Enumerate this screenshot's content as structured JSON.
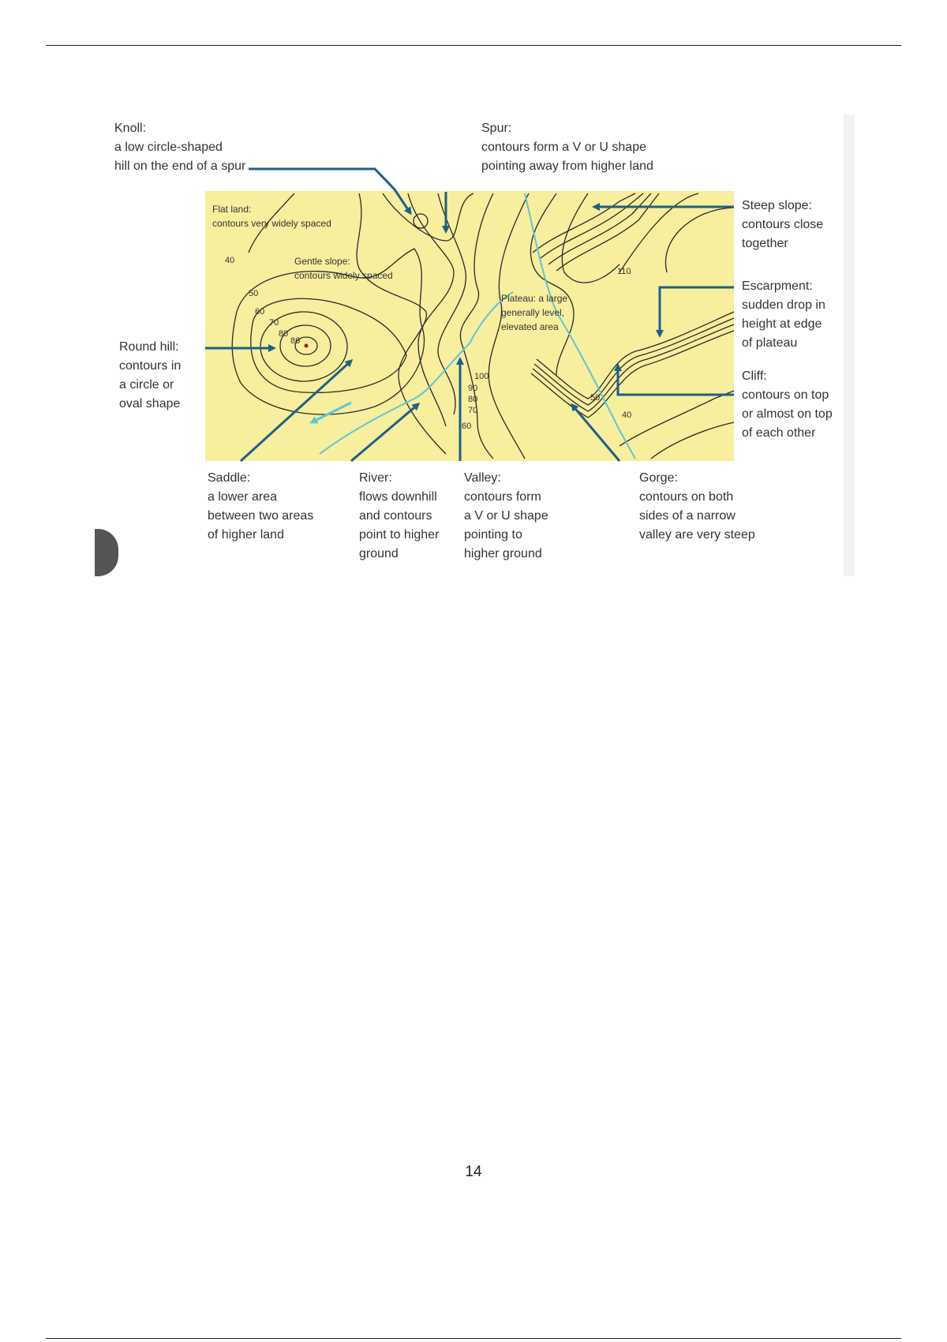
{
  "labels": {
    "knoll": {
      "title": "Knoll:",
      "lines": [
        "a low circle-shaped",
        "hill on the end of a spur"
      ]
    },
    "spur": {
      "title": "Spur:",
      "lines": [
        "contours form a V or U shape",
        "pointing away from higher land"
      ]
    },
    "steep_slope": {
      "title": "Steep slope:",
      "lines": [
        "contours close",
        "together"
      ]
    },
    "escarpment": {
      "title": "Escarpment:",
      "lines": [
        "sudden drop in",
        "height at edge",
        "of plateau"
      ]
    },
    "cliff": {
      "title": "Cliff:",
      "lines": [
        "contours on top",
        "or almost on top",
        "of each other"
      ]
    },
    "round_hill": {
      "title": "Round hill:",
      "lines": [
        "contours in",
        "a circle or",
        "oval shape"
      ]
    },
    "saddle": {
      "title": "Saddle:",
      "lines": [
        "a lower area",
        "between two areas",
        "of higher land"
      ]
    },
    "river": {
      "title": "River:",
      "lines": [
        "flows downhill",
        "and contours",
        "point to higher",
        "ground"
      ]
    },
    "valley": {
      "title": "Valley:",
      "lines": [
        "contours form",
        "a V or U shape",
        "pointing to",
        "higher ground"
      ]
    },
    "gorge": {
      "title": "Gorge:",
      "lines": [
        "contours on both",
        "sides of a narrow",
        "valley are very steep"
      ]
    }
  },
  "map": {
    "flat_land": [
      "Flat land:",
      "contours very widely spaced"
    ],
    "gentle_slope": [
      "Gentle slope:",
      "contours widely spaced"
    ],
    "plateau": [
      "Plateau: a large",
      "generally level,",
      "elevated area"
    ],
    "contour_values": {
      "c40_left": "40",
      "c50": "50",
      "c60": "60",
      "c70": "70",
      "c80": "80",
      "c86": "86",
      "c110": "110",
      "c100": "100",
      "c90": "90",
      "c80b": "80",
      "c70b": "70",
      "c60b": "60",
      "c50_right": "50",
      "c40_right": "40"
    }
  },
  "colors": {
    "map_fill": "#f7ee9e",
    "arrow": "#1f5f86",
    "river": "#5fc6d6",
    "contour": "#2a2a2a"
  },
  "page_number": "14"
}
